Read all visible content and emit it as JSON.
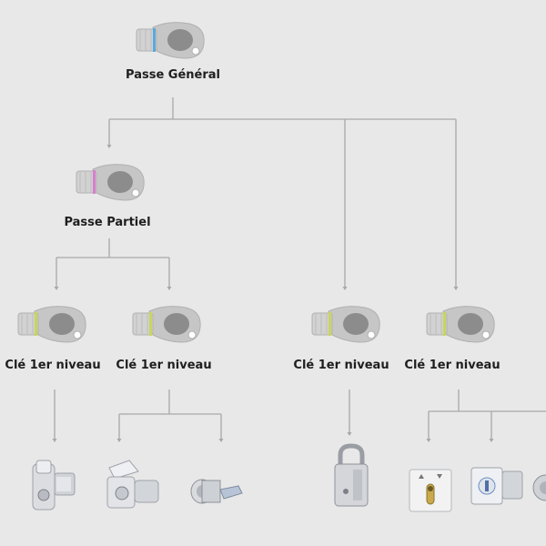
{
  "nodes": {
    "master": {
      "label": "Passe Général",
      "ring_color": "#5aa9e0"
    },
    "partial": {
      "label": "Passe Partiel",
      "ring_color": "#d77fd0"
    },
    "keys": [
      {
        "label": "Clé 1er niveau",
        "ring_color": "#c9d65a"
      },
      {
        "label": "Clé 1er niveau",
        "ring_color": "#c9d65a"
      },
      {
        "label": "Clé 1er niveau",
        "ring_color": "#c9d65a"
      },
      {
        "label": "Clé 1er niveau",
        "ring_color": "#c9d65a"
      }
    ]
  },
  "locks": [
    {
      "icon": "cam-latch-lock-icon"
    },
    {
      "icon": "cylinder-cam-lock-icon"
    },
    {
      "icon": "tubular-cam-lock-icon"
    },
    {
      "icon": "padlock-icon"
    },
    {
      "icon": "key-switch-plate-icon"
    },
    {
      "icon": "square-cylinder-lock-icon"
    },
    {
      "icon": "round-cylinder-lock-icon"
    }
  ],
  "colors": {
    "line": "#a8a8a8",
    "key_body": "#c6c6c6",
    "metal": "#d6d8dc"
  }
}
